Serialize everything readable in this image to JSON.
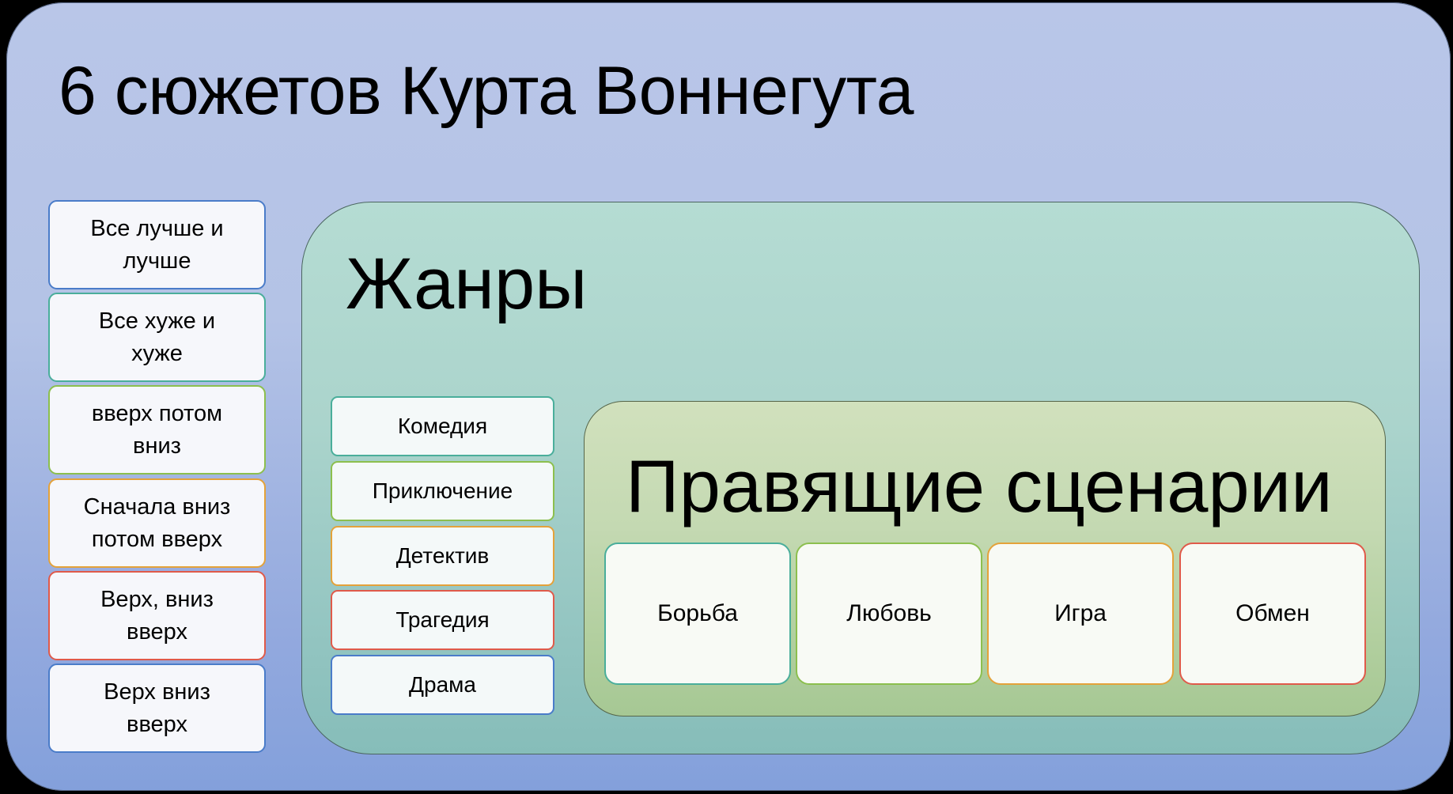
{
  "slide": {
    "title": "6 сюжетов Курта Воннегута",
    "colors": {
      "frame_top": "#b9c6e8",
      "frame_bottom": "#83a0db",
      "genres_top": "#b5dcd3",
      "genres_bottom": "#86bdb9",
      "scenarios_top": "#d1e1bd",
      "scenarios_bottom": "#a6c894",
      "blue": "#4a7cc9",
      "teal": "#4aae9b",
      "green": "#8cbf4e",
      "orange": "#e4a23a",
      "red": "#e05a4a"
    }
  },
  "plots": {
    "items": [
      {
        "label": "Все лучше и\nлучше",
        "color": "#4a7cc9"
      },
      {
        "label": "Все хуже и\nхуже",
        "color": "#4aae9b"
      },
      {
        "label": " вверх потом\nвниз",
        "color": "#8cbf4e"
      },
      {
        "label": "Сначала вниз\nпотом вверх",
        "color": "#e4a23a"
      },
      {
        "label": "Верх, вниз\nвверх",
        "color": "#e05a4a"
      },
      {
        "label": "Верх вниз\nвверх",
        "color": "#4a7cc9"
      }
    ]
  },
  "genres": {
    "title": "Жанры",
    "items": [
      {
        "label": "Комедия",
        "color": "#4aae9b"
      },
      {
        "label": "Приключение",
        "color": "#8cbf4e"
      },
      {
        "label": "Детектив",
        "color": "#e4a23a"
      },
      {
        "label": "Трагедия",
        "color": "#e05a4a"
      },
      {
        "label": "Драма",
        "color": "#4a7cc9"
      }
    ]
  },
  "scenarios": {
    "title": "Правящие сценарии",
    "items": [
      {
        "label": "Борьба",
        "color": "#4aae9b"
      },
      {
        "label": "Любовь",
        "color": "#8cbf4e"
      },
      {
        "label": "Игра",
        "color": "#e4a23a"
      },
      {
        "label": "Обмен",
        "color": "#e05a4a"
      }
    ]
  }
}
